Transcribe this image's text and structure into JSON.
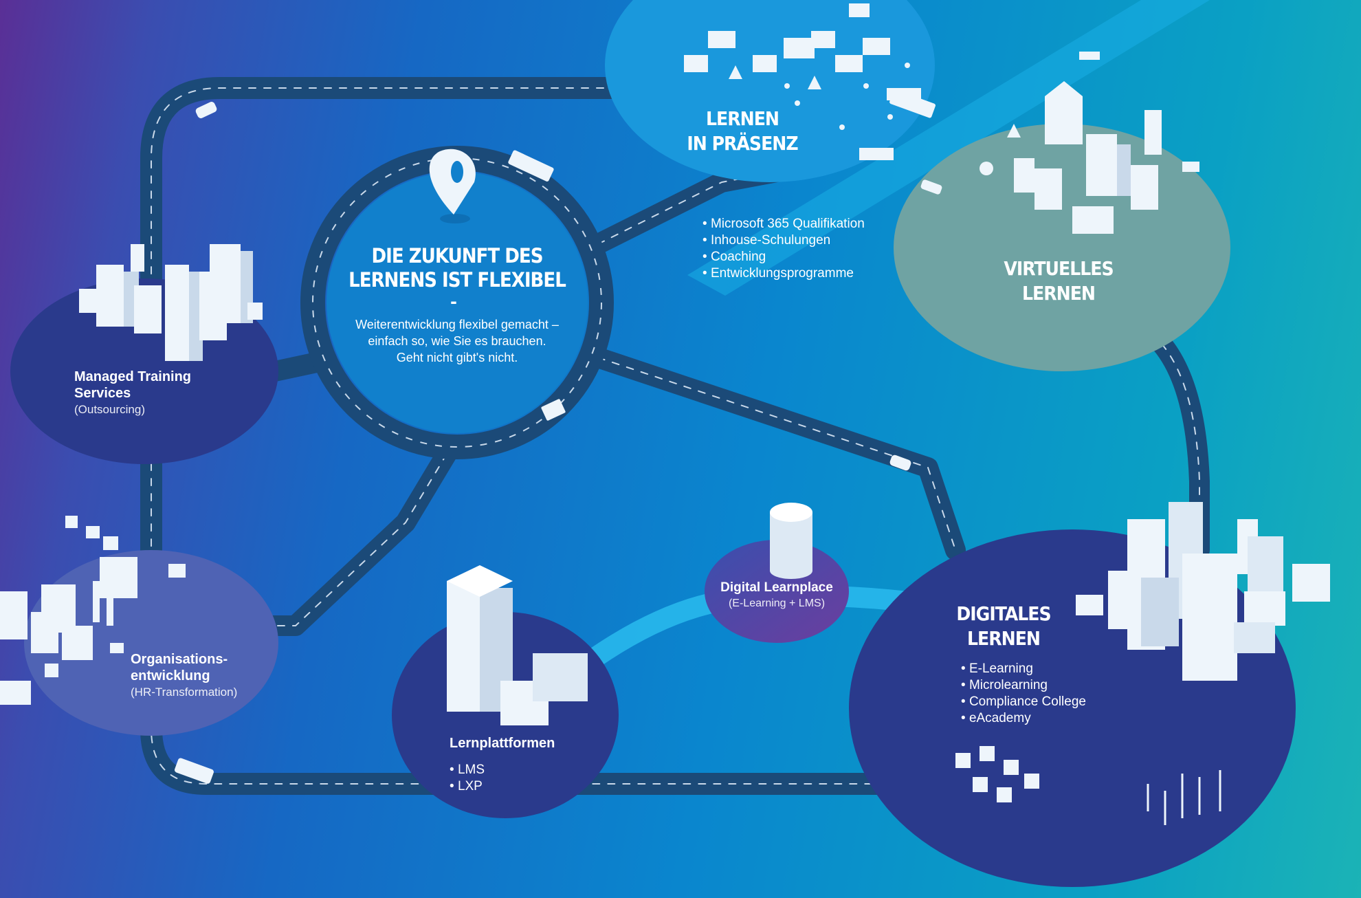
{
  "center": {
    "title_line1": "DIE ZUKUNFT DES",
    "title_line2": "LERNENS IST FLEXIBEL",
    "dash": "-",
    "desc_line1": "Weiterentwicklung flexibel gemacht –",
    "desc_line2": "einfach so, wie Sie es brauchen.",
    "desc_line3": "Geht nicht gibt's nicht."
  },
  "praesenz": {
    "title_line1": "LERNEN",
    "title_line2": "IN PRÄSENZ",
    "items": [
      "Microsoft 365 Qualifikation",
      "Inhouse-Schulungen",
      "Coaching",
      "Entwicklungsprogramme"
    ]
  },
  "virtuell": {
    "title_line1": "VIRTUELLES",
    "title_line2": "LERNEN"
  },
  "managed": {
    "title_line1": "Managed Training",
    "title_line2": "Services",
    "sub": "(Outsourcing)"
  },
  "orga": {
    "title_line1": "Organisations-",
    "title_line2": "entwicklung",
    "sub": "(HR-Transformation)"
  },
  "lernplattformen": {
    "title": "Lernplattformen",
    "items": [
      "LMS",
      "LXP"
    ]
  },
  "learnplace": {
    "title": "Digital Learnplace",
    "sub": "(E-Learning + LMS)"
  },
  "digital": {
    "title_line1": "DIGITALES",
    "title_line2": "LERNEN",
    "items": [
      "E-Learning",
      "Microlearning",
      "Compliance College",
      "eAcademy"
    ]
  },
  "colors": {
    "road": "#1b4a78",
    "road_dash": "#c9d9ea",
    "island_navy": "#2a3a8c",
    "island_sky": "#1a98dc",
    "island_teal": "#6fa3a3",
    "island_lavender": "#4f63b4",
    "flow": "#28b8ec",
    "building": "#eef5fb"
  }
}
